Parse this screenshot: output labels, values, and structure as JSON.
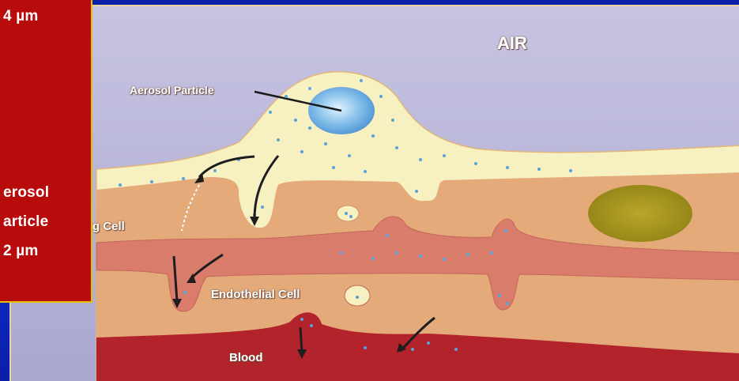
{
  "panel": {
    "top_text": "4 µm",
    "line1": "erosol",
    "line2": "article",
    "line3": "2 µm"
  },
  "diagram": {
    "air_label": "AIR",
    "aerosol_label": "Aerosol Particle",
    "lung_cell_label": "g Cell",
    "endothelial_label": "Endothelial Cell",
    "blood_label": "Blood"
  },
  "colors": {
    "background": "#0a1fb0",
    "panel_red": "#b80b0b",
    "panel_border": "#e3c000",
    "air": "#b6b3d6",
    "mucus": "#f7f1c2",
    "tissue": "#e4a877",
    "endothelium": "#d8786a",
    "blood": "#b2232b",
    "particle": "#5aa3d9",
    "nucleus": "#b5a21e"
  }
}
